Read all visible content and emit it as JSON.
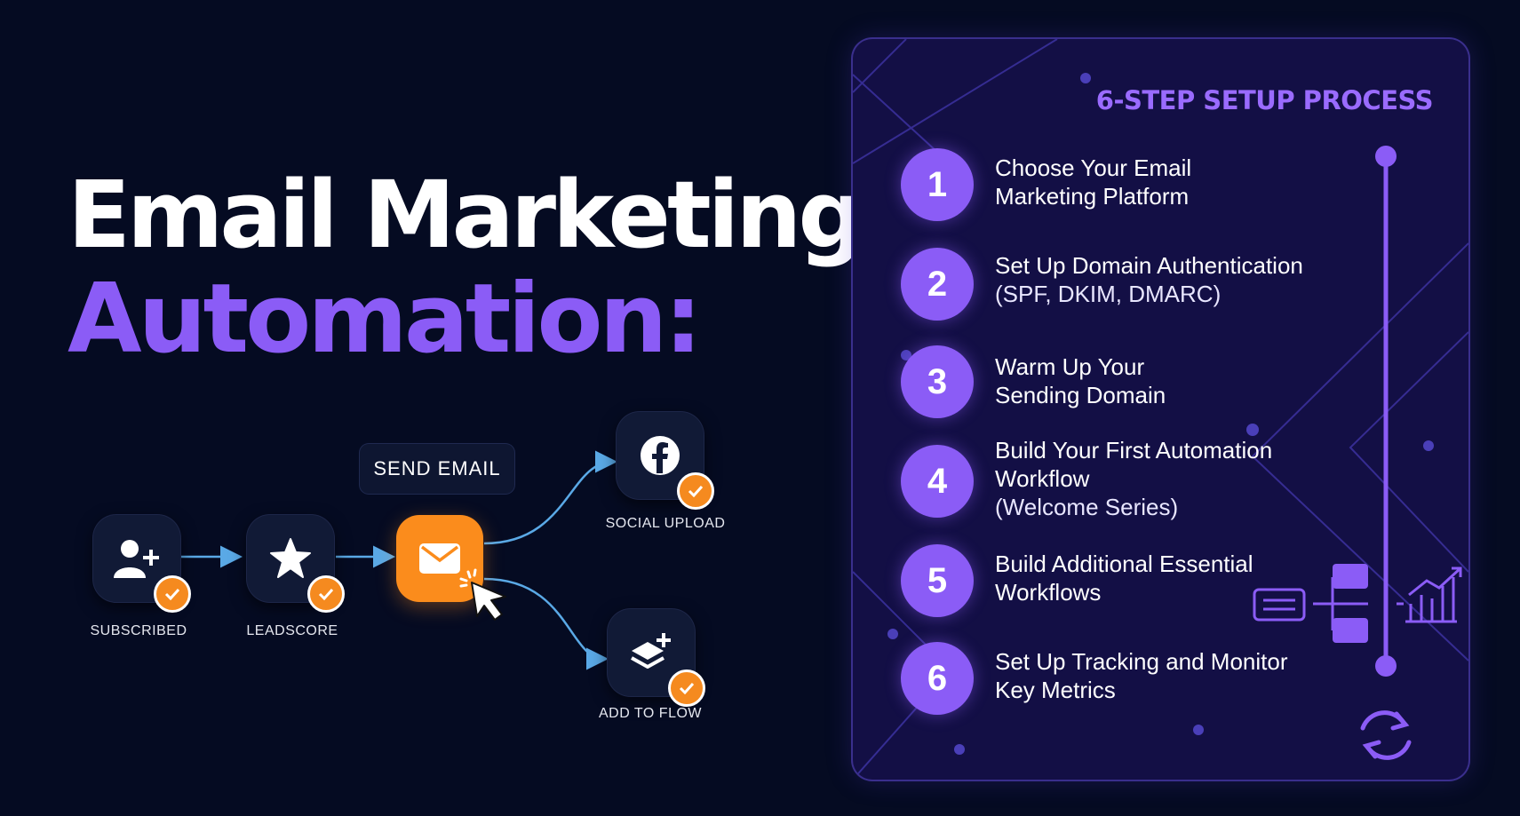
{
  "headline": {
    "line1": "Email Marketing",
    "line2": "Automation:"
  },
  "flow": {
    "nodes": [
      {
        "label": "SUBSCRIBED",
        "icon": "user-add-icon"
      },
      {
        "label": "LEADSCORE",
        "icon": "star-icon"
      },
      {
        "label": "SEND EMAIL",
        "icon": "envelope-icon"
      },
      {
        "label": "SOCIAL UPLOAD",
        "icon": "facebook-icon"
      },
      {
        "label": "ADD TO FLOW",
        "icon": "layers-add-icon"
      }
    ],
    "colors": {
      "accent": "#fb8c1c",
      "connector": "#5aa9e6",
      "purple": "#8b5cf6"
    }
  },
  "panel": {
    "title": "6-STEP SETUP PROCESS",
    "steps": [
      {
        "num": "1",
        "lines": [
          "Choose Your Email",
          "Marketing Platform"
        ]
      },
      {
        "num": "2",
        "lines": [
          "Set Up Domain Authentication",
          "(SPF, DKIM, DMARC)"
        ]
      },
      {
        "num": "3",
        "lines": [
          "Warm Up Your",
          "Sending Domain"
        ]
      },
      {
        "num": "4",
        "lines": [
          "Build Your First Automation",
          "Workflow",
          "(Welcome Series)"
        ]
      },
      {
        "num": "5",
        "lines": [
          "Build Additional Essential",
          "Workflows"
        ]
      },
      {
        "num": "6",
        "lines": [
          "Set Up Tracking and Monitor",
          "Key Metrics"
        ]
      }
    ]
  }
}
